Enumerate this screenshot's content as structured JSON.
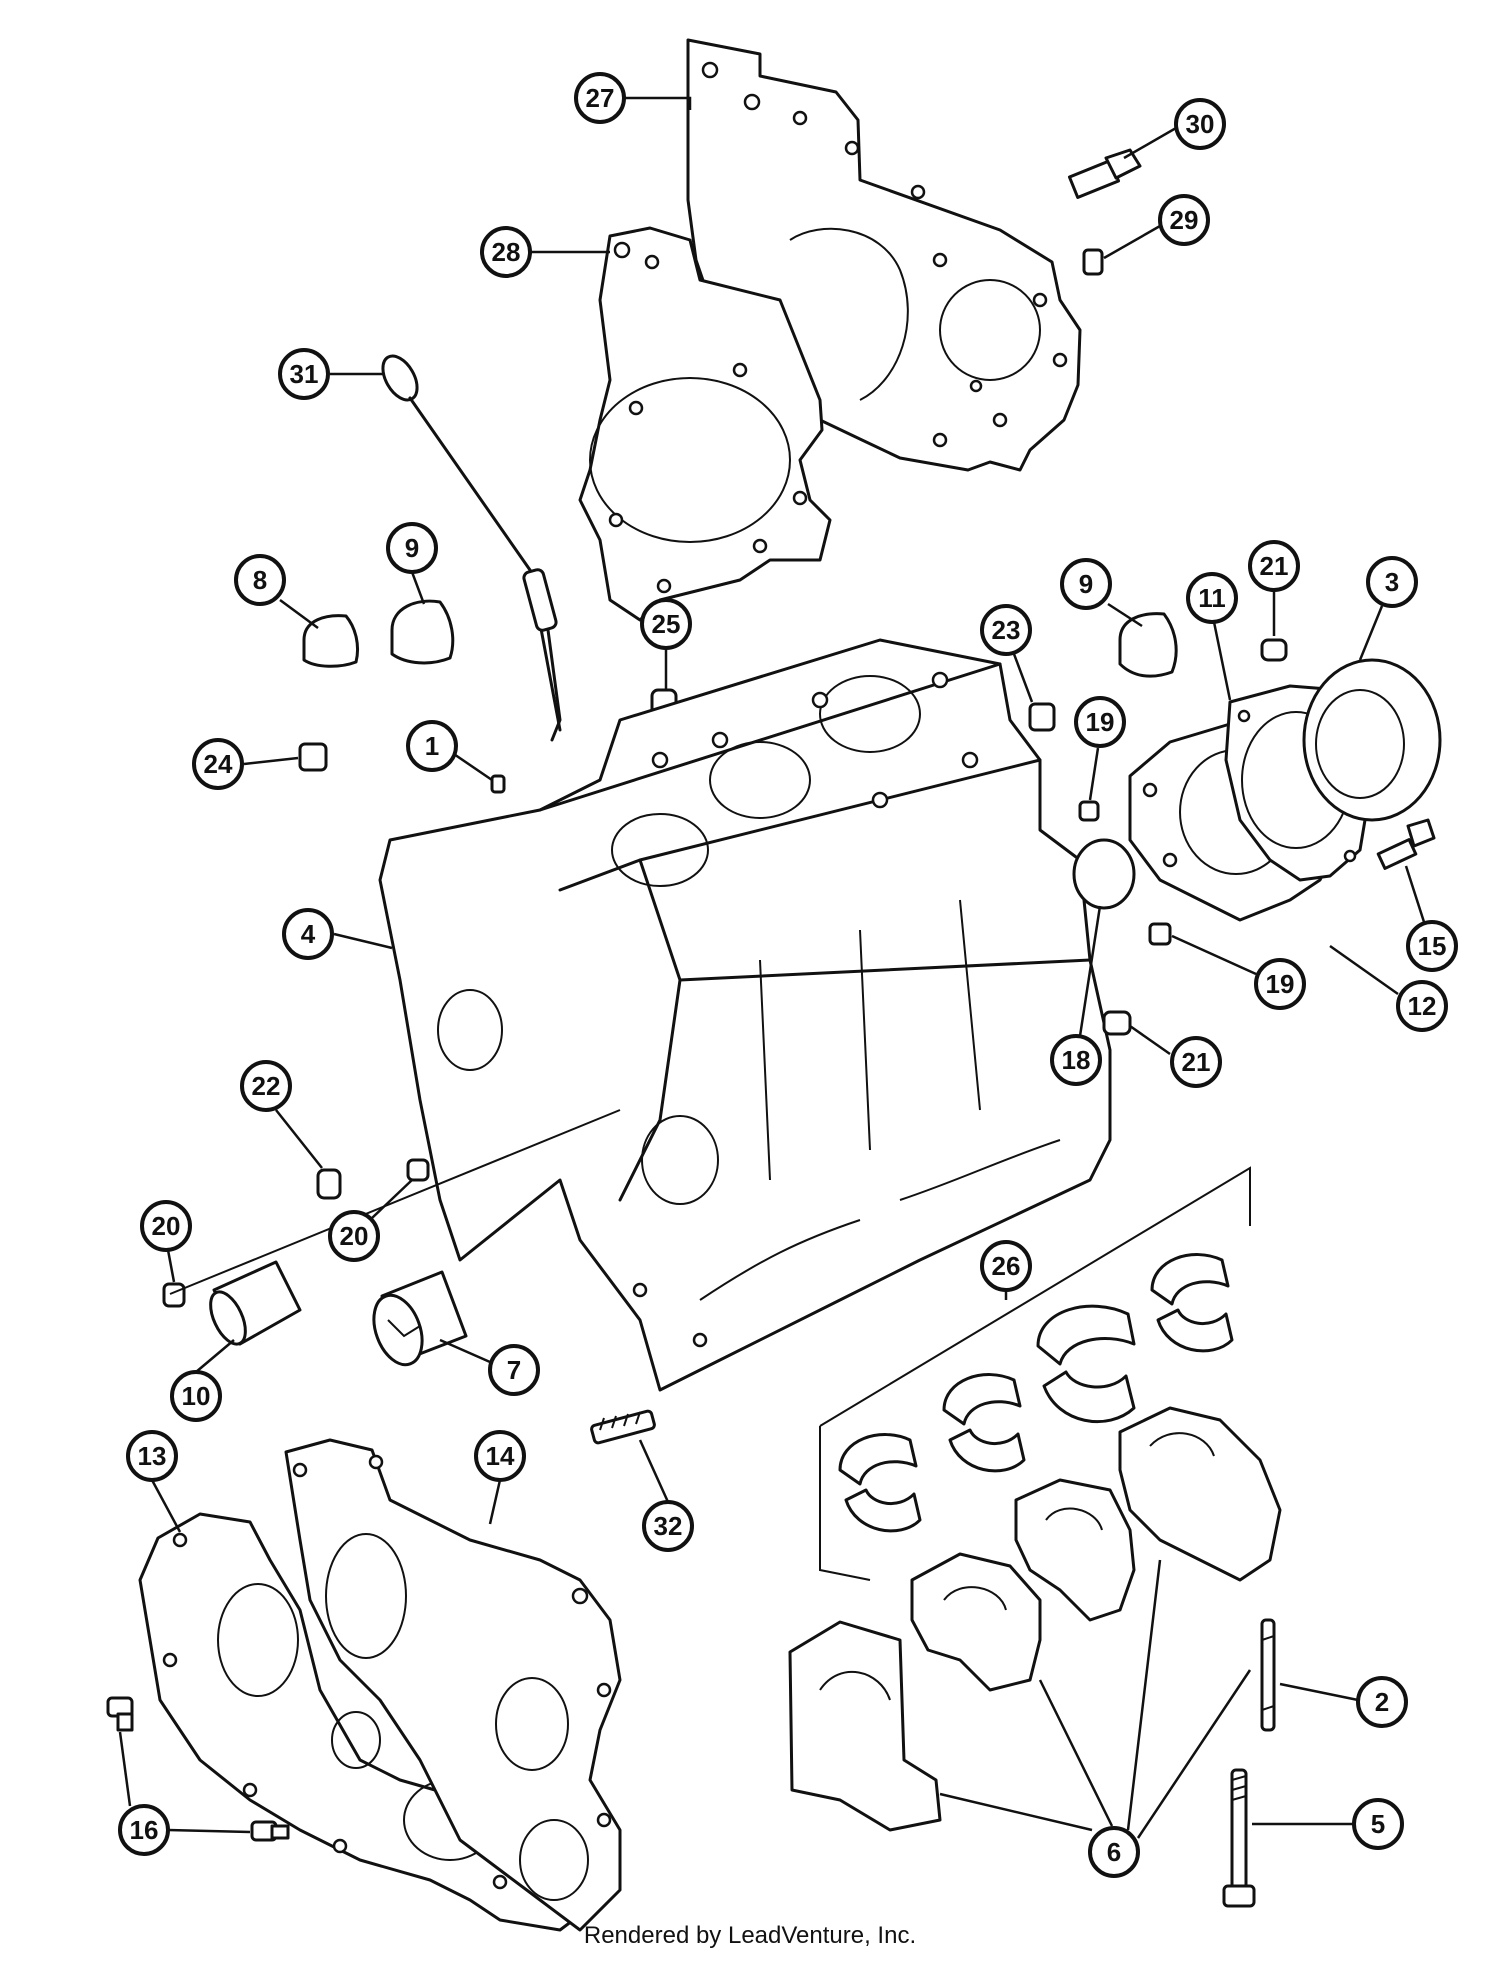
{
  "callouts": [
    {
      "id": "27"
    },
    {
      "id": "30"
    },
    {
      "id": "28"
    },
    {
      "id": "29"
    },
    {
      "id": "31"
    },
    {
      "id": "9"
    },
    {
      "id": "8"
    },
    {
      "id": "25"
    },
    {
      "id": "23"
    },
    {
      "id": "9"
    },
    {
      "id": "11"
    },
    {
      "id": "21"
    },
    {
      "id": "3"
    },
    {
      "id": "24"
    },
    {
      "id": "1"
    },
    {
      "id": "19"
    },
    {
      "id": "4"
    },
    {
      "id": "15"
    },
    {
      "id": "18"
    },
    {
      "id": "19"
    },
    {
      "id": "12"
    },
    {
      "id": "21"
    },
    {
      "id": "22"
    },
    {
      "id": "20"
    },
    {
      "id": "20"
    },
    {
      "id": "26"
    },
    {
      "id": "10"
    },
    {
      "id": "7"
    },
    {
      "id": "13"
    },
    {
      "id": "14"
    },
    {
      "id": "32"
    },
    {
      "id": "2"
    },
    {
      "id": "16"
    },
    {
      "id": "6"
    },
    {
      "id": "5"
    }
  ],
  "credit": "Rendered by LeadVenture, Inc."
}
